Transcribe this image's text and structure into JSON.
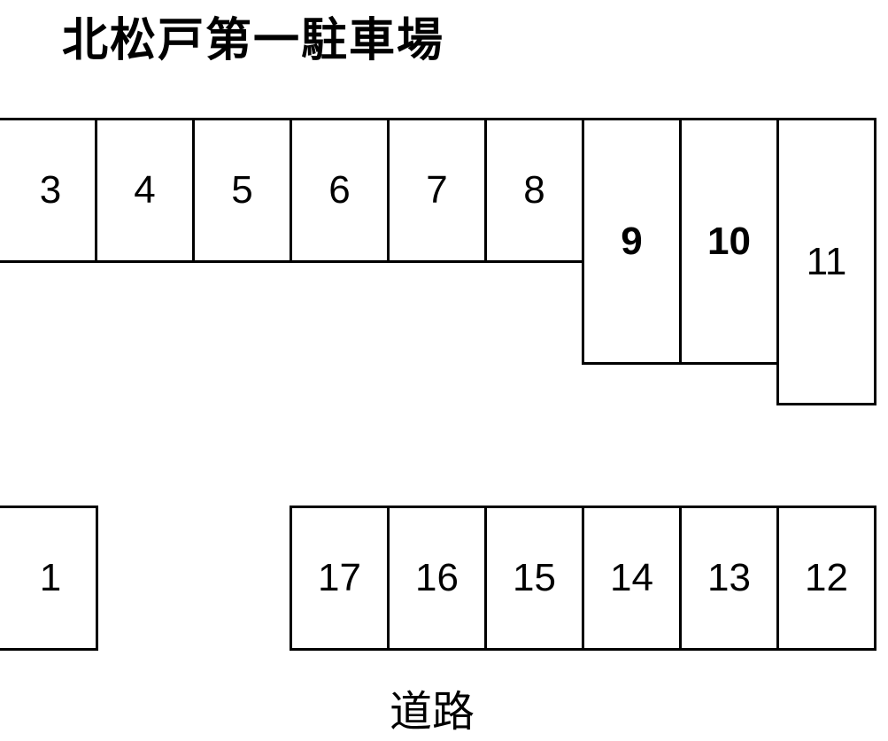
{
  "title": "北松戸第一駐車場",
  "road_label": "道路",
  "colors": {
    "line": "#000000",
    "background": "#ffffff"
  },
  "slots": {
    "s3": "3",
    "s4": "4",
    "s5": "5",
    "s6": "6",
    "s7": "7",
    "s8": "8",
    "s9": "9",
    "s10": "10",
    "s11": "11",
    "s1": "1",
    "s17": "17",
    "s16": "16",
    "s15": "15",
    "s14": "14",
    "s13": "13",
    "s12": "12"
  }
}
